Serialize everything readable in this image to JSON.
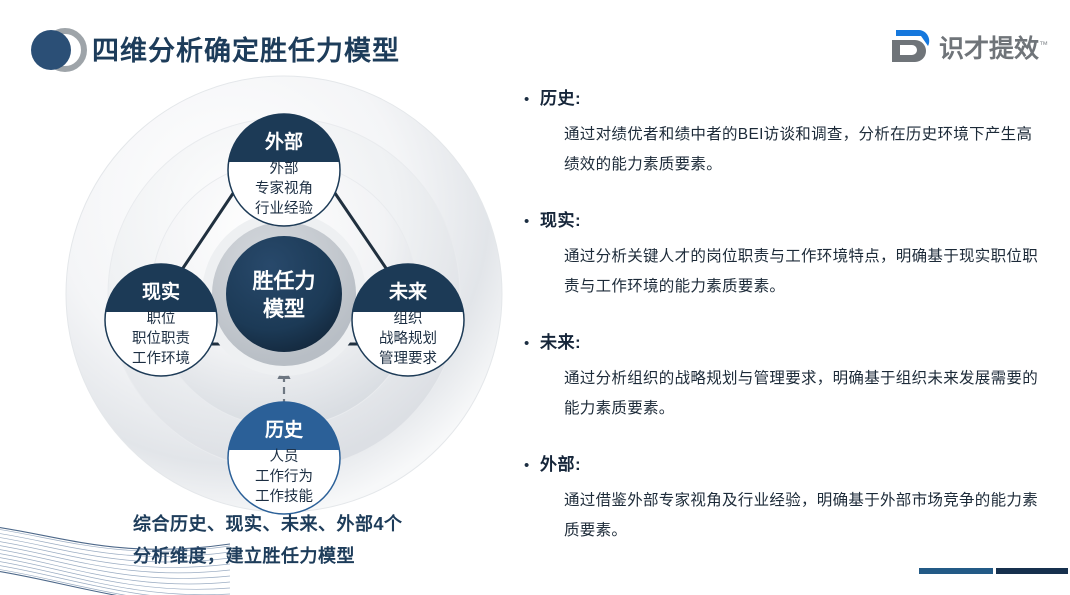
{
  "header": {
    "title": "四维分析确定胜任力模型",
    "brand_mark_icon": "two-overlapping-circles-logo-icon",
    "corp_logo": {
      "mark_icon": "d-letter-logo-icon",
      "text": "识才提效",
      "tm": "™"
    }
  },
  "diagram": {
    "center": {
      "line1": "胜任力",
      "line2": "模型"
    },
    "nodes": [
      {
        "id": "external",
        "header": "外部",
        "lines": [
          "外部",
          "专家视角",
          "行业经验"
        ]
      },
      {
        "id": "reality",
        "header": "现实",
        "lines": [
          "职位",
          "职位职责",
          "工作环境"
        ]
      },
      {
        "id": "future",
        "header": "未来",
        "lines": [
          "组织",
          "战略规划",
          "管理要求"
        ]
      },
      {
        "id": "history",
        "header": "历史",
        "lines": [
          "人员",
          "工作行为",
          "工作技能"
        ]
      }
    ],
    "caption_line1": "综合历史、现实、未来、外部4个",
    "caption_line2": "分析维度，建立胜任力模型"
  },
  "panel": {
    "bullet": "•",
    "blocks": [
      {
        "title": "历史:",
        "body": "通过对绩优者和绩中者的BEI访谈和调查，分析在历史环境下产生高绩效的能力素质要素。"
      },
      {
        "title": "现实:",
        "body": "通过分析关键人才的岗位职责与工作环境特点，明确基于现实职位职责与工作环境的能力素质要素。"
      },
      {
        "title": "未来:",
        "body": "通过分析组织的战略规划与管理要求，明确基于组织未来发展需要的能力素质要素。"
      },
      {
        "title": "外部:",
        "body": "通过借鉴外部专家视角及行业经验，明确基于外部市场竞争的能力素质要素。"
      }
    ]
  },
  "colors": {
    "navy": "#1c3a56",
    "deep_navy": "#16304d",
    "accent_blue": "#235a86",
    "history_blue": "#2b6098",
    "title_navy": "#1d3c5a",
    "logo_gray": "#6f7479",
    "logo_blue": "#1678dd"
  }
}
